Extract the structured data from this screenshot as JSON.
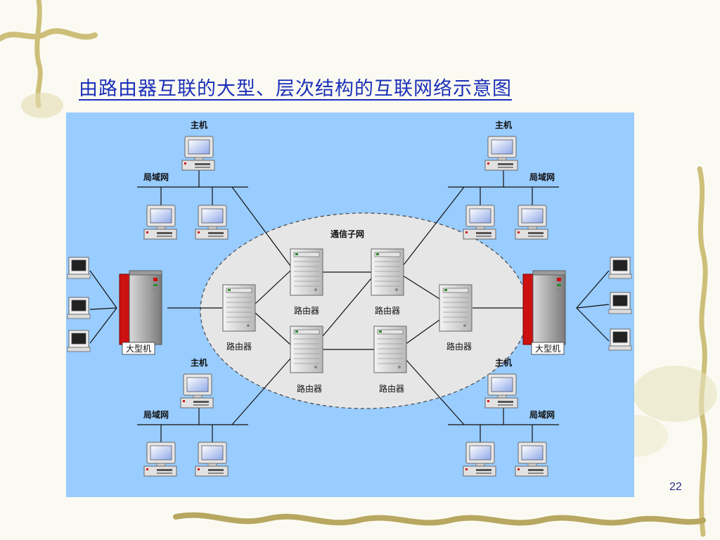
{
  "slide": {
    "title": "由路由器互联的大型、层次结构的互联网络示意图",
    "page_number": "22"
  },
  "diagram": {
    "subnet_label": "通信子网",
    "router_label": "路由器",
    "host_label": "主机",
    "lan_label": "局域网",
    "mainframe_label": "大型机"
  },
  "colors": {
    "title": "#1a2fb8",
    "diagram_bg": "#99ccff",
    "subnet_bg": "#e6e6e6",
    "mainframe_red": "#cc1111"
  }
}
